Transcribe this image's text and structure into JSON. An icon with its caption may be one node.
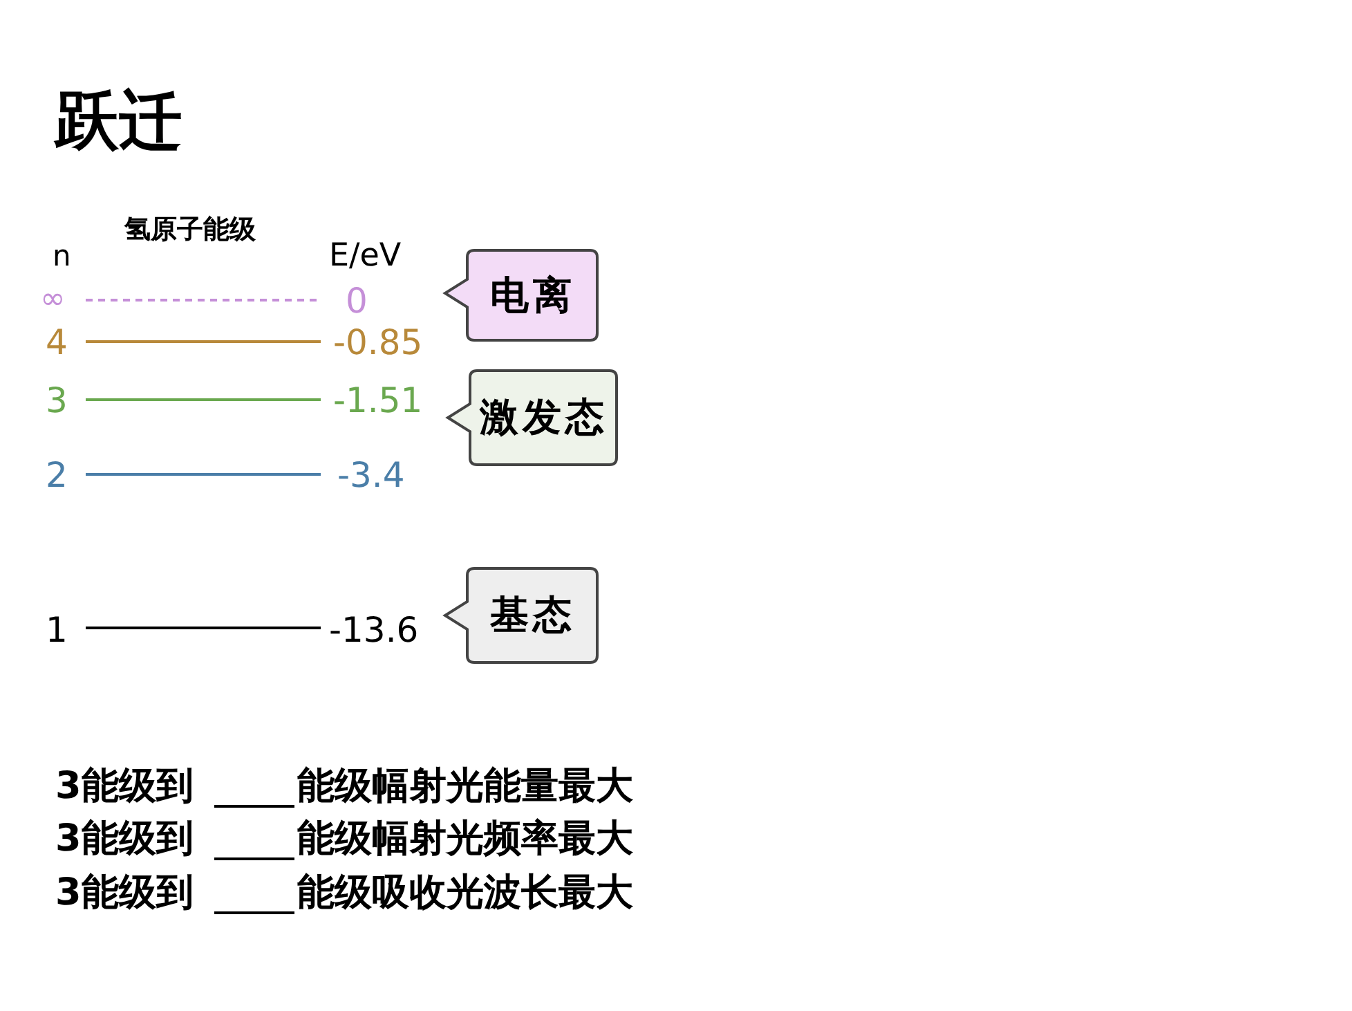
{
  "diagram": {
    "title": "跃迁",
    "nodes": [
      {
        "text": [
          "电离"
        ]
      },
      {
        "text": [
          "激发态"
        ]
      },
      {
        "text": [
          "基态"
        ]
      }
    ],
    "labels": [
      "氢原子能级",
      "n",
      "E/eV",
      "∞",
      "0",
      "4",
      "-0.85",
      "3",
      "-1.51",
      "2",
      "-3.4",
      "1",
      "-13.6",
      "3能级到",
      "能级幅射光能量最大",
      "3能级到",
      "能级幅射光频率最大",
      "3能级到",
      "能级吸收光波长最大"
    ]
  }
}
